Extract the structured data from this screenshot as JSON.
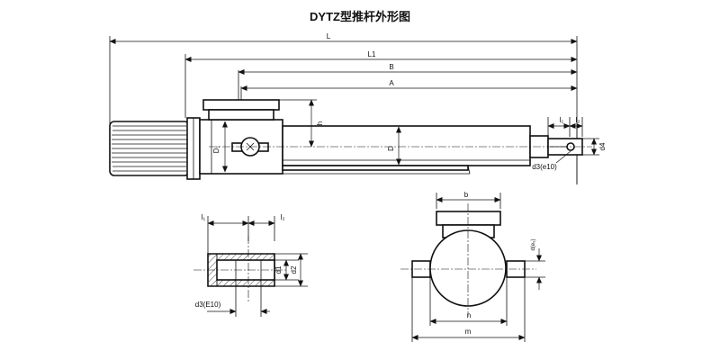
{
  "title": "DYTZ型推杆外形图",
  "side_view": {
    "labels": {
      "L": "L",
      "L1": "L1",
      "B": "B",
      "A": "A",
      "h": "h",
      "D": "D",
      "D1": "D₁",
      "l1": "l₁",
      "l2": "l₂",
      "d4": "d4",
      "d3": "d3(e10)"
    }
  },
  "clevis_detail": {
    "labels": {
      "l1": "l₁",
      "l2": "l₂",
      "d1": "d1",
      "d2": "d2",
      "d3": "d3(E10)"
    }
  },
  "end_view": {
    "labels": {
      "b": "b",
      "d_e9": "d(e₉)",
      "n": "n",
      "m": "m"
    }
  }
}
